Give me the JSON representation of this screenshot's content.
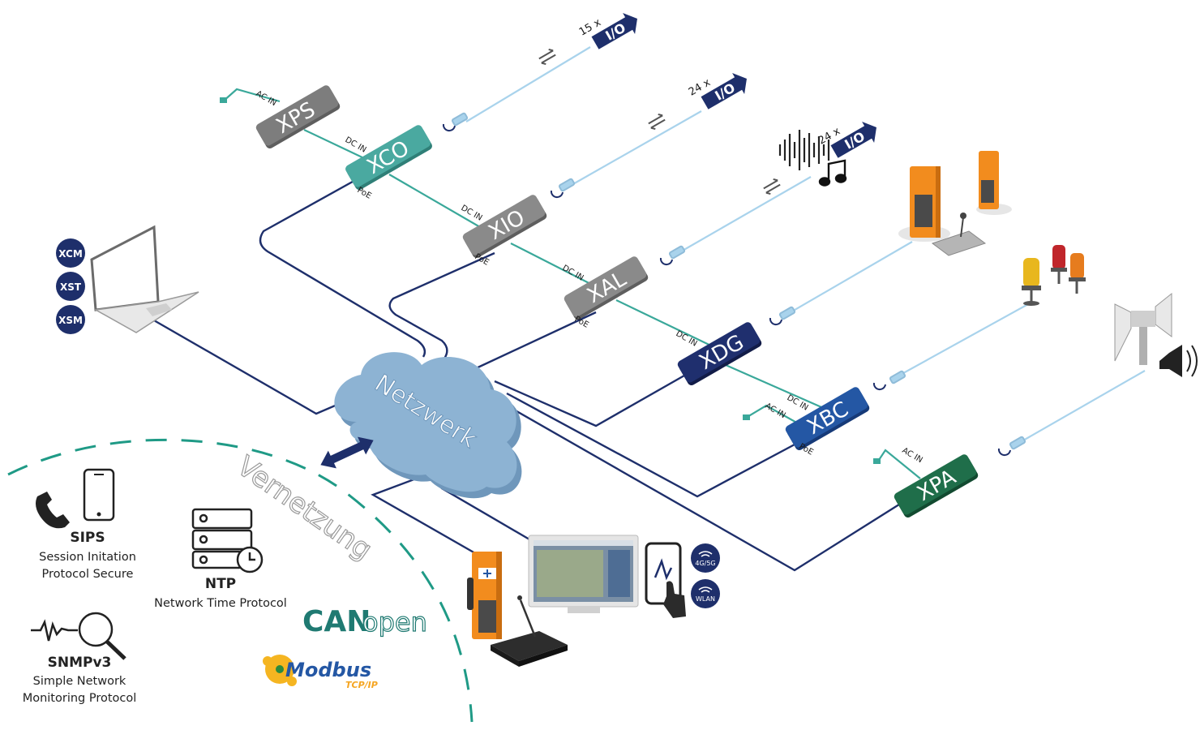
{
  "modules": {
    "xps": "XPS",
    "xco": "XCO",
    "xio": "XIO",
    "xal": "XAL",
    "xdg": "XDG",
    "xbc": "XBC",
    "xpa": "XPA"
  },
  "port_labels": {
    "ac_in": "AC IN",
    "dc_in": "DC IN",
    "poe": "PoE"
  },
  "io": {
    "io1_count": "15 x",
    "io2_count": "24 x",
    "io3_count": "24 x",
    "io_label": "I/O"
  },
  "network": {
    "cloud_label": "Netzwerk",
    "arc_label": "Vernetzung"
  },
  "software_badges": [
    "XCM",
    "XST",
    "XSM"
  ],
  "wireless": {
    "cellular": "4G/5G",
    "wlan": "WLAN"
  },
  "protocols": {
    "sips_title": "SIPS",
    "sips_sub1": "Session Initation",
    "sips_sub2": "Protocol Secure",
    "ntp_title": "NTP",
    "ntp_sub": "Network Time Protocol",
    "snmp_title": "SNMPv3",
    "snmp_sub1": "Simple Network",
    "snmp_sub2": "Monitoring Protocol",
    "canopen_can": "CAN",
    "canopen_open": "open",
    "modbus": "Modbus",
    "modbus_sub": "TCP/IP"
  },
  "colors": {
    "navy": "#1e2f6b",
    "teal": "#3aa89a",
    "gray_module": "#7d7d7d",
    "teal_module": "#4aa9a0",
    "navy_module": "#1f2f6e",
    "blue_module": "#2457a4",
    "green_module": "#1f6e4a",
    "cloud": "#8db3d3",
    "light_blue": "#a9d3ec"
  }
}
